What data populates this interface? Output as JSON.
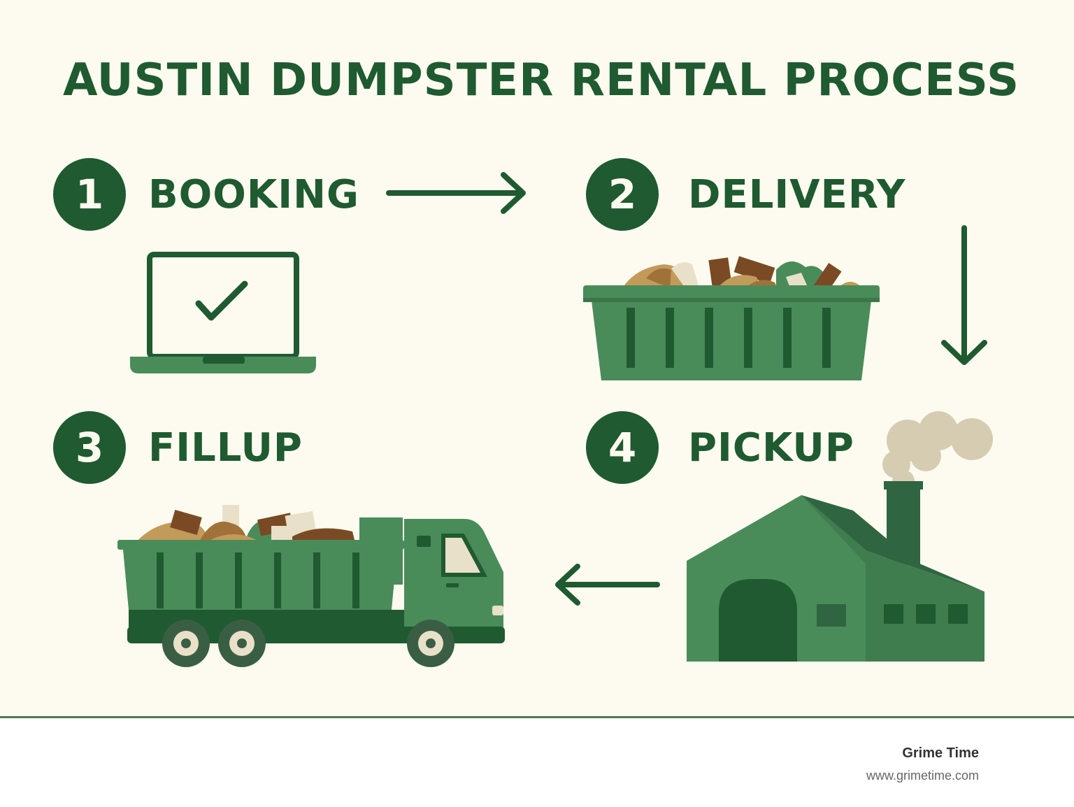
{
  "title": "AUSTIN DUMPSTER RENTAL PROCESS",
  "steps": [
    {
      "number": "1",
      "label": "BOOKING",
      "icon": "laptop-check-icon"
    },
    {
      "number": "2",
      "label": "DELIVERY",
      "icon": "dumpster-icon"
    },
    {
      "number": "3",
      "label": "FILLUP",
      "icon": "dump-truck-icon"
    },
    {
      "number": "4",
      "label": "PICKUP",
      "icon": "factory-icon"
    }
  ],
  "footer": {
    "brand": "Grime Time",
    "url": "www.grimetime.com"
  },
  "colors": {
    "background": "#fdfbef",
    "dark_green": "#1f5a30",
    "mid_green": "#4a8c59",
    "brown": "#7a4a25",
    "tan": "#c29a5a",
    "cream": "#e8e0c8"
  }
}
